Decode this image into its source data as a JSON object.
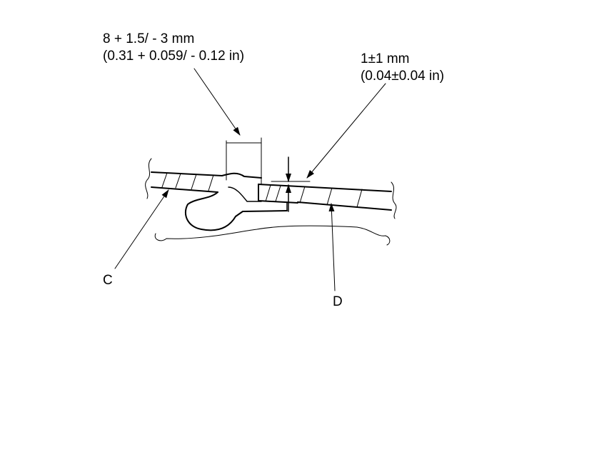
{
  "dimensions": {
    "overlap": {
      "metric": "8 + 1.5/ - 3 mm",
      "imperial": "(0.31 + 0.059/ - 0.12 in)"
    },
    "gap": {
      "metric": "1±1 mm",
      "imperial": "(0.04±0.04 in)"
    }
  },
  "callouts": {
    "c": "C",
    "d": "D"
  },
  "colors": {
    "line": "#000000",
    "background": "#ffffff"
  }
}
